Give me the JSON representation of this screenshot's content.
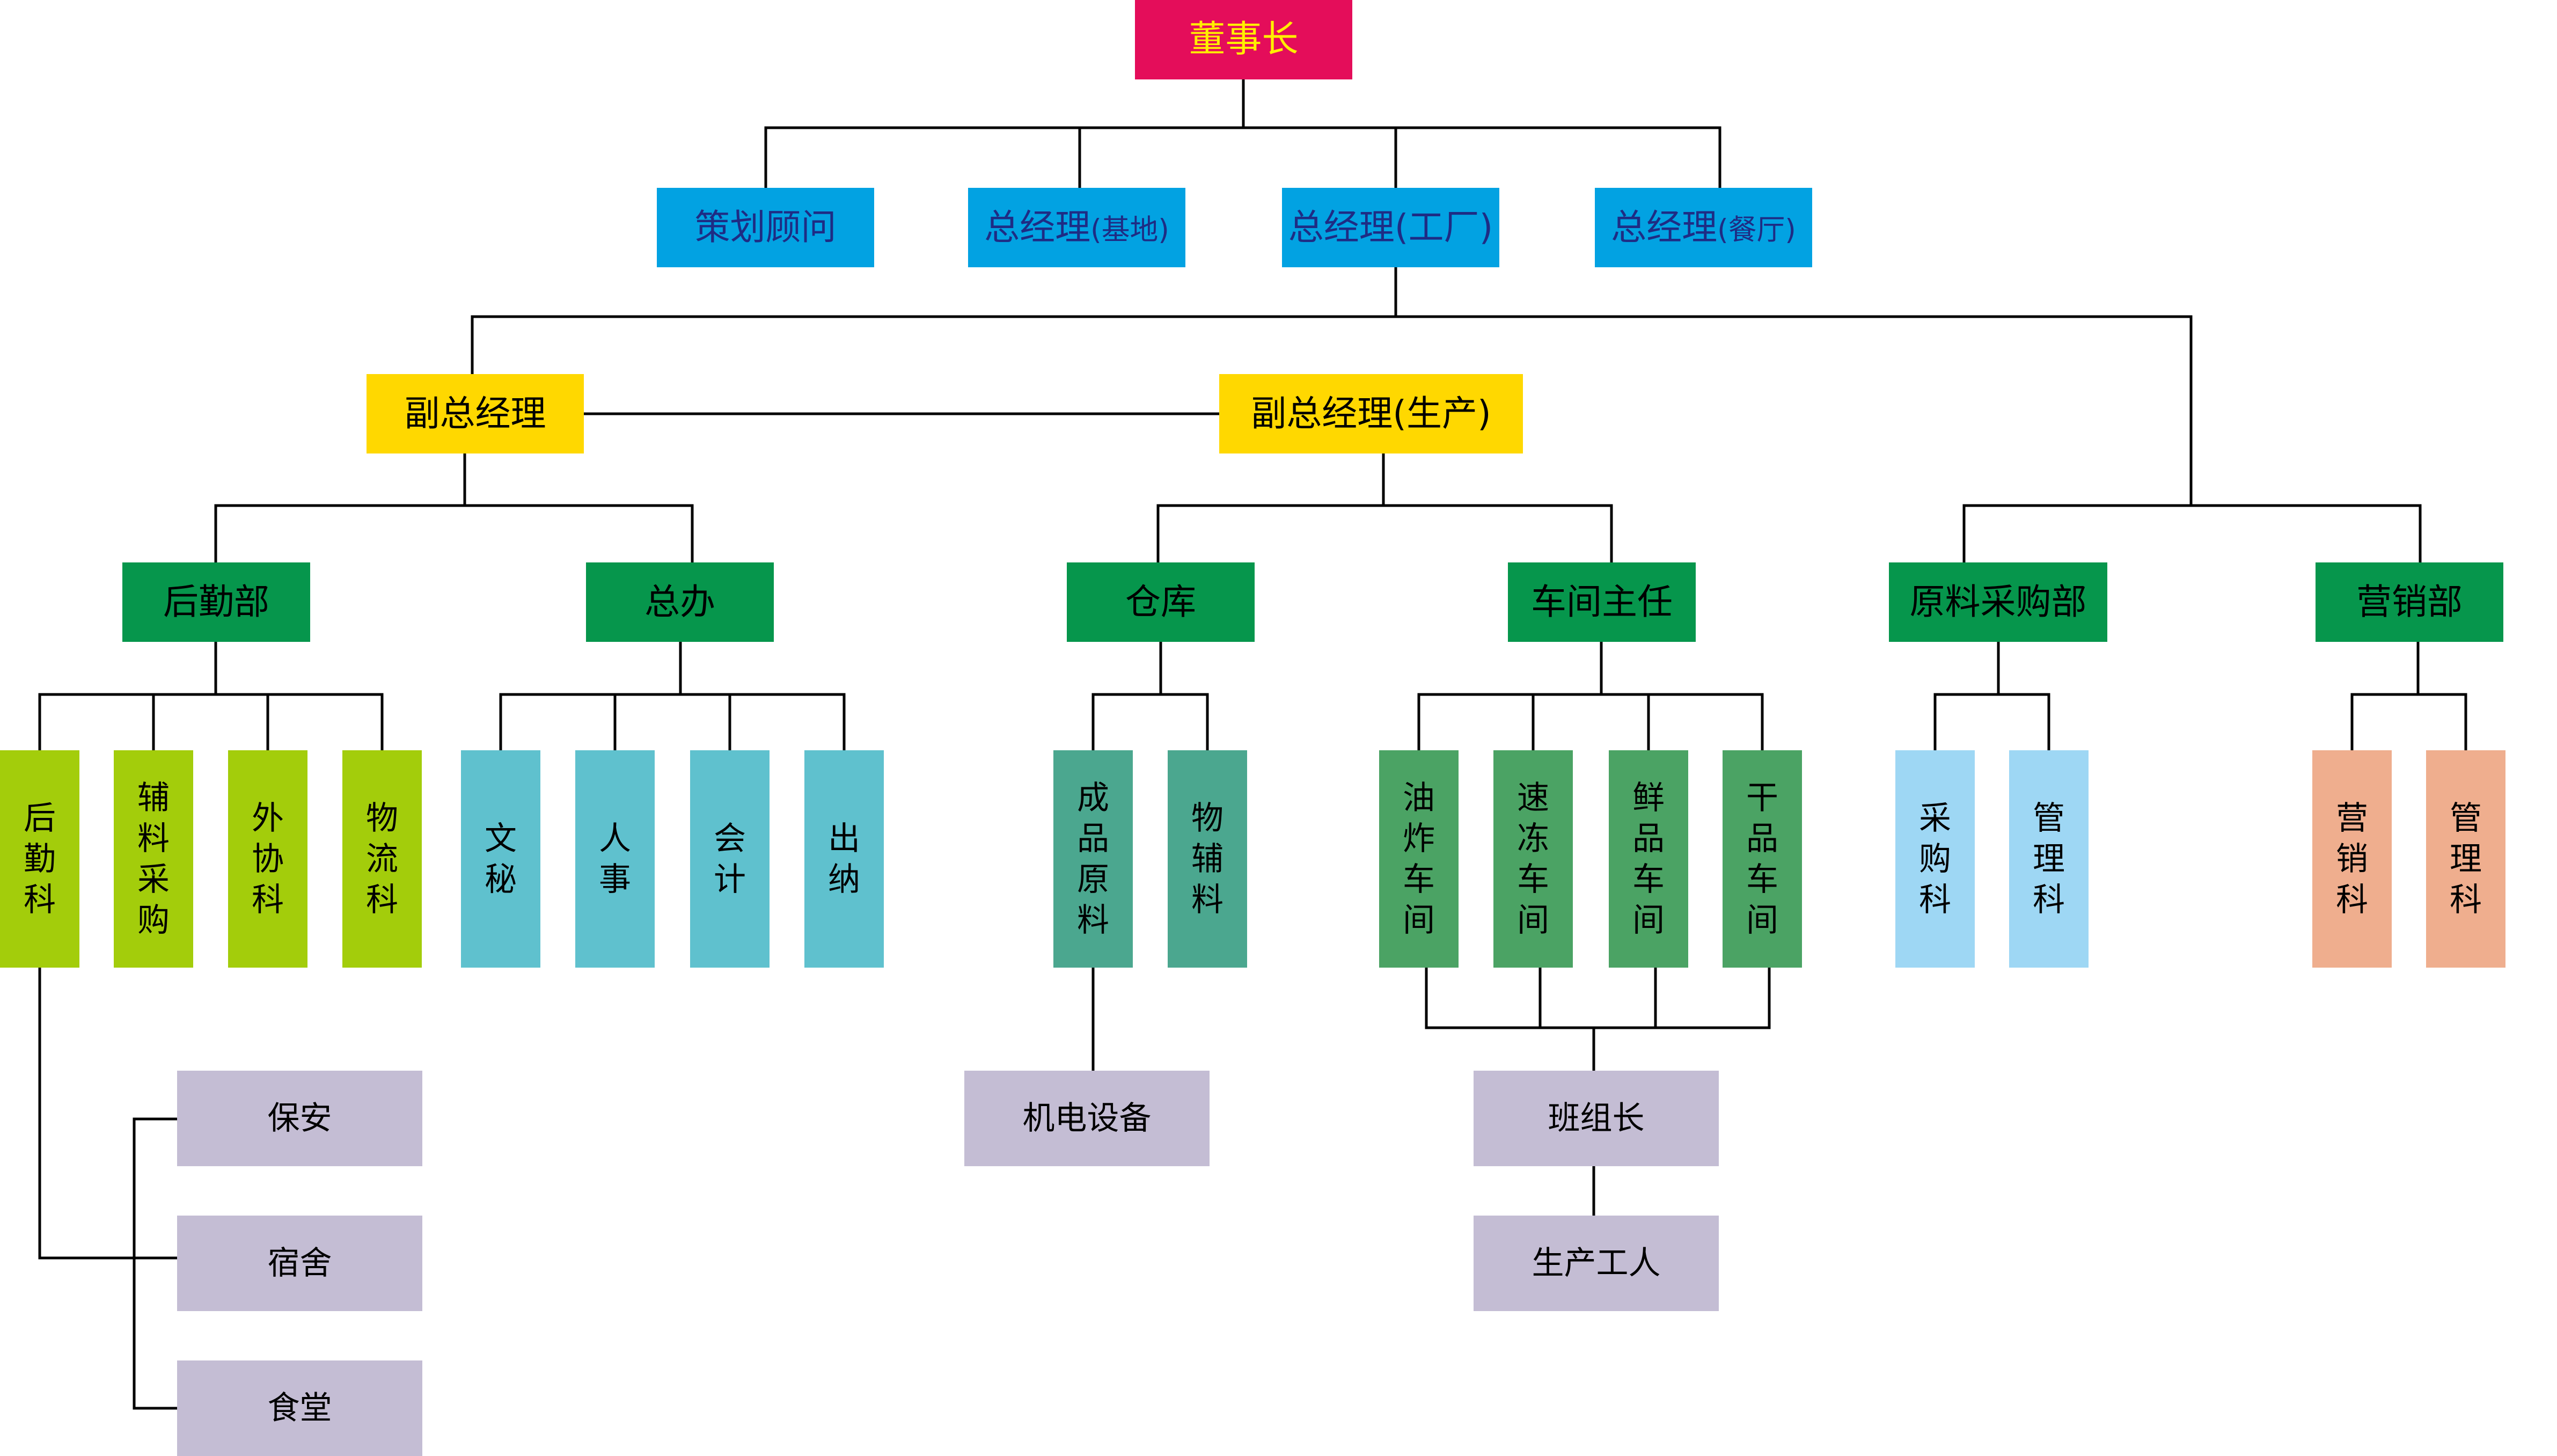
{
  "colors": {
    "root": "#e40d5a",
    "root_text": "#ffee00",
    "managers": "#02a2e2",
    "managers_text": "#1e2c84",
    "deputies": "#ffd800",
    "departments": "#06964c",
    "logistics_sections": "#a3cd0b",
    "office_sections": "#5fc1ce",
    "warehouse_sections": "#4ba78f",
    "workshops": "#4ba364",
    "purchasing_sections": "#9ed7f4",
    "marketing_sections": "#efae8e",
    "bottom_units": "#c4bdd4",
    "connector": "#000000"
  },
  "chart": {
    "root": "董事长",
    "level1": {
      "plan": "策划顾问",
      "gm_base": {
        "main": "总经理",
        "suffix": "(基地)"
      },
      "gm_factory": {
        "main": "总经理",
        "suffix": "(工厂)"
      },
      "gm_restaurant": {
        "main": "总经理",
        "suffix": "(餐厅)"
      }
    },
    "level2": {
      "deputy": "副总经理",
      "deputy_production": "副总经理(生产)"
    },
    "departments": {
      "logistics": "后勤部",
      "general_office": "总办",
      "warehouse": "仓库",
      "workshop_director": "车间主任",
      "raw_purchasing": "原料采购部",
      "marketing": "营销部"
    },
    "sections": {
      "logistics_section": "后勤科",
      "auxiliary_purchasing": "辅料采购",
      "outsourcing": "外协科",
      "logistics_transport": "物流科",
      "secretary": "文秘",
      "personnel": "人事",
      "accounting": "会计",
      "cashier": "出纳",
      "finished_raw": "成品原料",
      "materials_aux": "物辅料",
      "fried_workshop": "油炸车间",
      "frozen_workshop": "速冻车间",
      "fresh_workshop": "鲜品车间",
      "dried_workshop": "干品车间",
      "purchasing_section": "采购科",
      "management_section_1": "管理科",
      "marketing_section": "营销科",
      "management_section_2": "管理科"
    },
    "bottom": {
      "security": "保安",
      "dormitory": "宿舍",
      "canteen": "食堂",
      "equipment": "机电设备",
      "team_leader": "班组长",
      "workers": "生产工人"
    }
  }
}
